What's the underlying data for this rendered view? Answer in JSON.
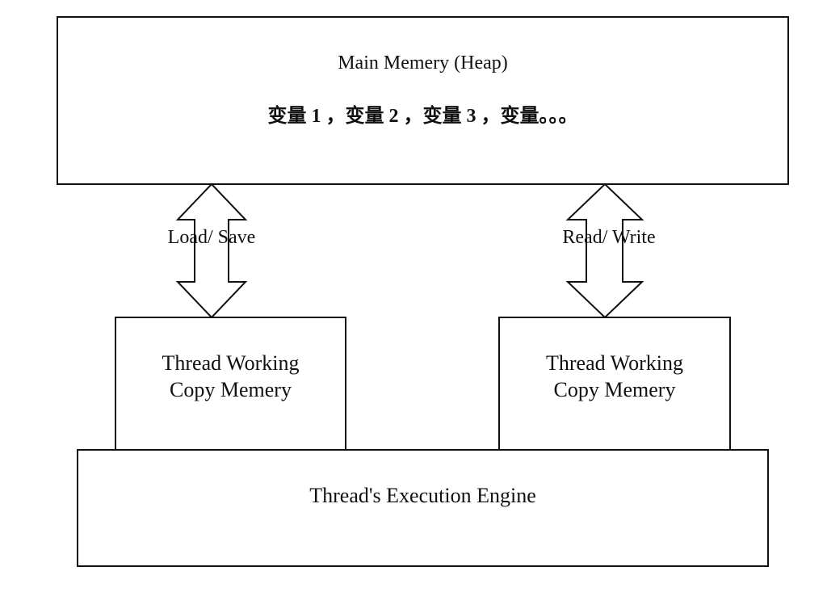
{
  "main_memory": {
    "title": "Main Memery (Heap)",
    "variables": "变量 1 ，变量 2 ，变量 3 ，变量。。。"
  },
  "left_channel": {
    "label": "Load/ Save"
  },
  "right_channel": {
    "label": "Read/ Write"
  },
  "left_thread": {
    "line1": "Thread Working",
    "line2": "Copy Memery"
  },
  "right_thread": {
    "line1": "Thread Working",
    "line2": "Copy Memery"
  },
  "engine": {
    "label": "Thread's Execution Engine"
  },
  "colors": {
    "stroke": "#111111",
    "fill": "#ffffff",
    "text": "#111111"
  }
}
